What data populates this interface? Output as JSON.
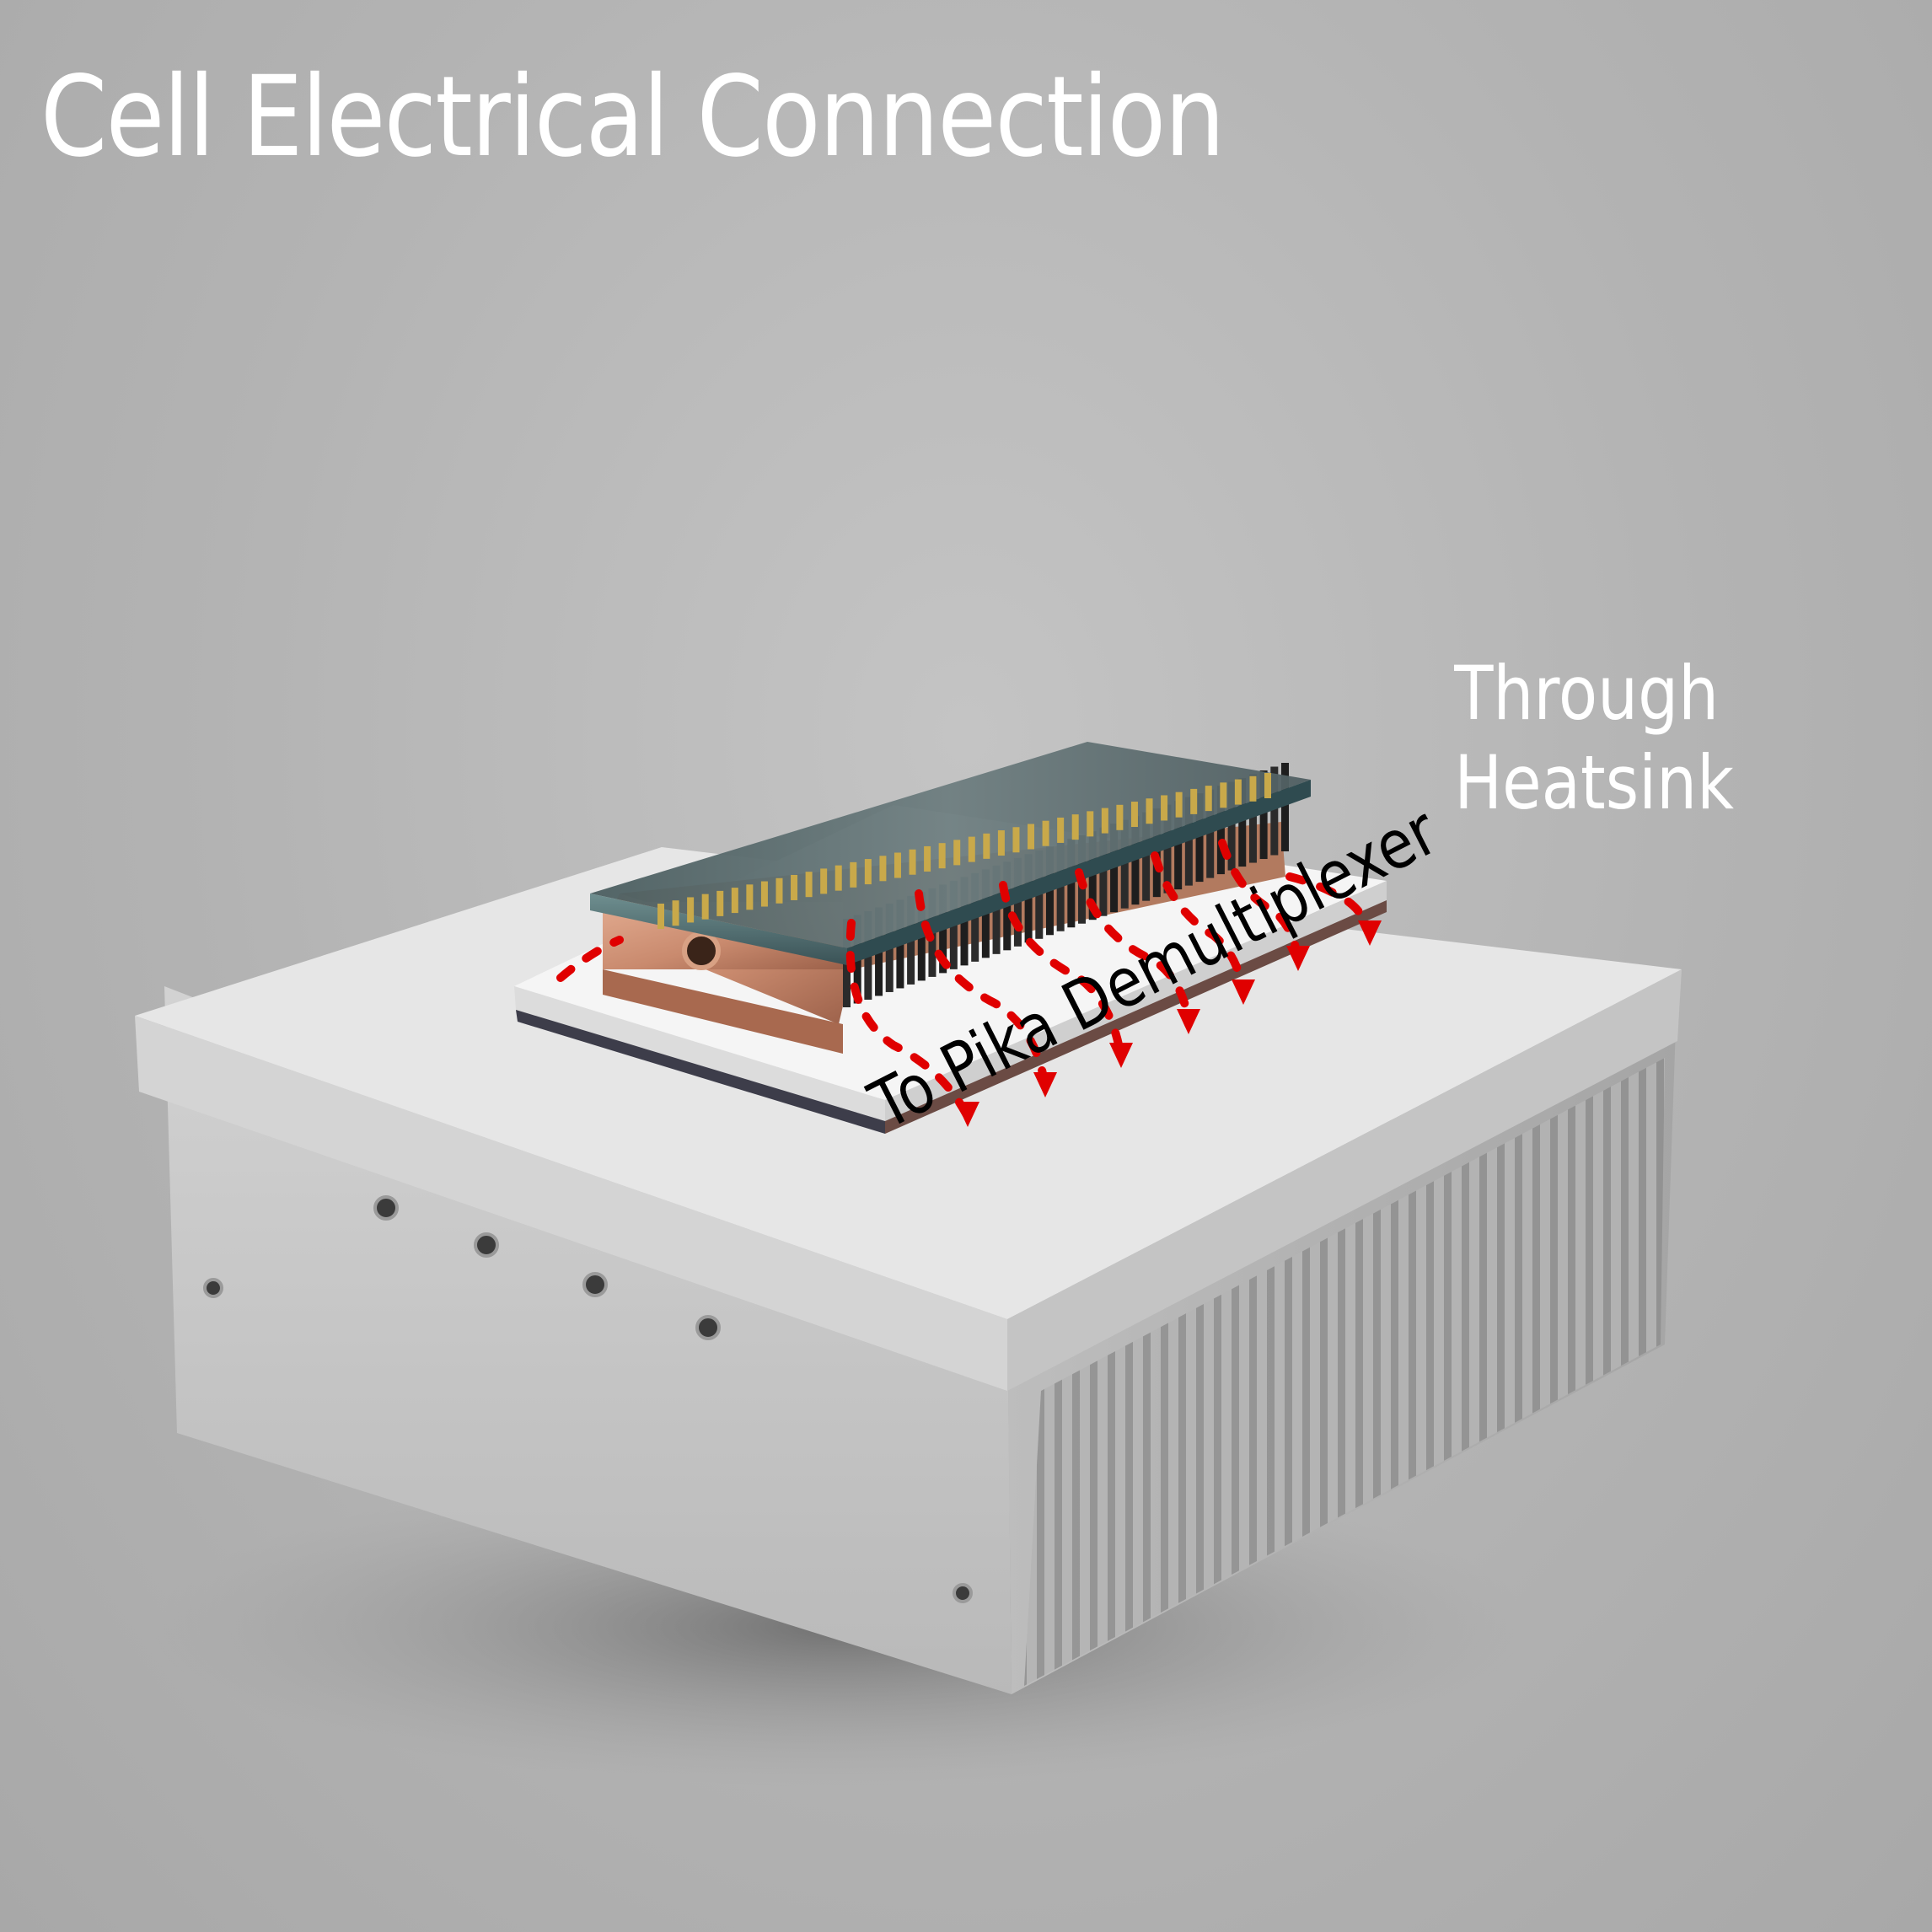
{
  "title": "Cell Electrical Connection",
  "labels": {
    "through": "Through",
    "heatsink": "Heatsink",
    "destination": "To Pika Demultiplexer"
  },
  "colors": {
    "background": "#b5b5b5",
    "text_light": "#ffffff",
    "text_dark": "#000000",
    "arrow": "#e00000",
    "copper": "#c98a6e",
    "heatsink": "#d8d8d8",
    "glass": "#3f6f78"
  },
  "icons": [
    "heatsink-block",
    "copper-cell-holder",
    "glass-cell",
    "pogo-pin-row",
    "red-dashed-arrow"
  ]
}
